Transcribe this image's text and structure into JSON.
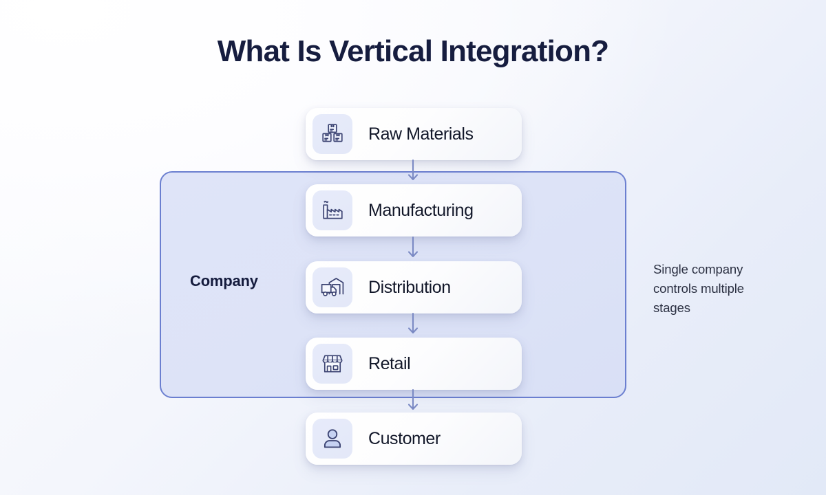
{
  "page": {
    "title": "What Is Vertical Integration?",
    "background_from": "#ffffff",
    "background_to": "#e2e9f7"
  },
  "company_group": {
    "label": "Company",
    "border_color": "#6b7fd0",
    "fill_color": "#dee4f8"
  },
  "side_note": {
    "text": "Single company controls multiple stages",
    "line1": "Single company",
    "line2": "controls multiple",
    "line3": "stages",
    "color": "#2b3042"
  },
  "flow": {
    "stages": [
      {
        "label": "Raw Materials",
        "icon": "boxes-icon",
        "inside_company": false
      },
      {
        "label": "Manufacturing",
        "icon": "factory-icon",
        "inside_company": true
      },
      {
        "label": "Distribution",
        "icon": "truck-warehouse-icon",
        "inside_company": true
      },
      {
        "label": "Retail",
        "icon": "storefront-icon",
        "inside_company": true
      },
      {
        "label": "Customer",
        "icon": "person-icon",
        "inside_company": false
      }
    ],
    "connectors": [
      {
        "from": "Raw Materials",
        "to": "Manufacturing",
        "icon": "arrow-down-icon"
      },
      {
        "from": "Manufacturing",
        "to": "Distribution",
        "icon": "arrow-down-icon"
      },
      {
        "from": "Distribution",
        "to": "Retail",
        "icon": "arrow-down-icon"
      },
      {
        "from": "Retail",
        "to": "Customer",
        "icon": "arrow-down-icon"
      }
    ],
    "icon_stroke_color": "#3c4473",
    "icon_tile_color": "#e5eaf9",
    "card_text_color": "#121729",
    "arrow_color": "#7b8ac4"
  }
}
